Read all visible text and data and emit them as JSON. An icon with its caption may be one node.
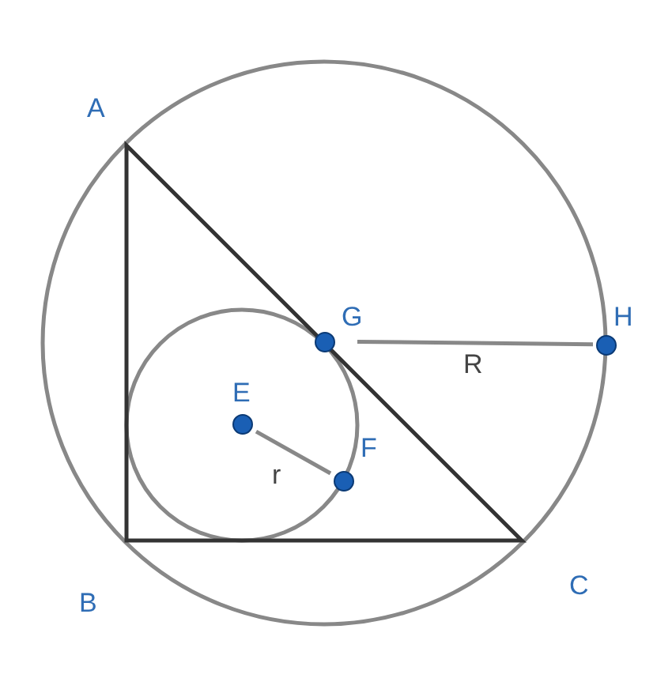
{
  "diagram": {
    "nodes": [
      {
        "text": [
          "G"
        ]
      },
      {
        "text": [
          "H"
        ]
      },
      {
        "text": [
          "E"
        ]
      },
      {
        "text": [
          "F"
        ]
      }
    ],
    "edges": [
      {
        "from": 0,
        "to": 1,
        "arrow": "none",
        "label": "R"
      },
      {
        "from": 2,
        "to": 3,
        "arrow": "none",
        "label": "r"
      }
    ],
    "labels": [
      "A",
      "B",
      "C"
    ]
  }
}
